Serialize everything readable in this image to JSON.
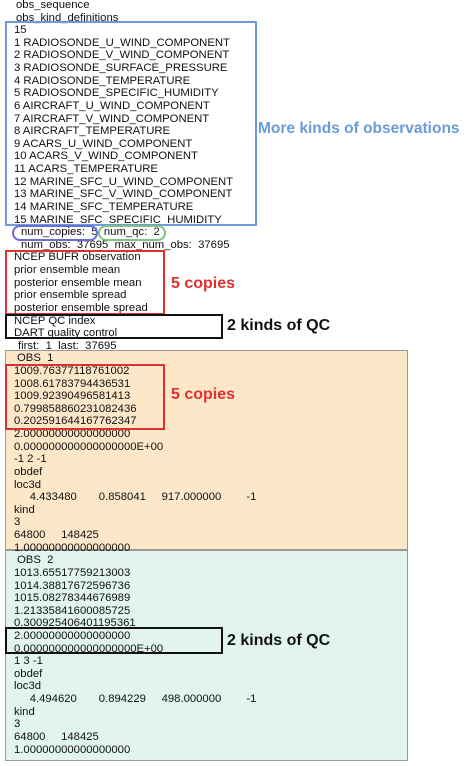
{
  "text_lines": [
    "obs_sequence",
    "obs_kind_definitions",
    "15",
    "1 RADIOSONDE_U_WIND_COMPONENT",
    "2 RADIOSONDE_V_WIND_COMPONENT",
    "3 RADIOSONDE_SURFACE_PRESSURE",
    "4 RADIOSONDE_TEMPERATURE",
    "5 RADIOSONDE_SPECIFIC_HUMIDITY",
    "6 AIRCRAFT_U_WIND_COMPONENT",
    "7 AIRCRAFT_V_WIND_COMPONENT",
    "8 AIRCRAFT_TEMPERATURE",
    "9 ACARS_U_WIND_COMPONENT",
    "10 ACARS_V_WIND_COMPONENT",
    "11 ACARS_TEMPERATURE",
    "12 MARINE_SFC_U_WIND_COMPONENT",
    "13 MARINE_SFC_V_WIND_COMPONENT",
    "14 MARINE_SFC_TEMPERATURE",
    "15 MARINE_SFC_SPECIFIC_HUMIDITY",
    "num_copies:  5  num_qc:  2",
    "num_obs:  37695  max_num_obs:  37695",
    "NCEP BUFR observation",
    "prior ensemble mean",
    "posterior ensemble mean",
    "prior ensemble spread",
    "posterior ensemble spread",
    "NCEP QC index",
    "DART quality control",
    "first:  1  last:  37695",
    "OBS  1",
    "1009.76377118761002",
    "1008.61783794436531",
    "1009.92390496581413",
    "0.799858860231082436",
    "0.202591644167762347",
    "2.00000000000000000",
    "0.000000000000000000E+00",
    "-1 2 -1",
    "obdef",
    "loc3d",
    "     4.433480       0.858041     917.000000        -1",
    "kind",
    "3",
    "64800     148425",
    "1.00000000000000000",
    "OBS  2",
    "1013.65517759213003",
    "1014.38817672596736",
    "1015.08278344676989",
    "1.21335841600085725",
    "0.300925406401195361",
    "2.00000000000000000",
    "0.000000000000000000E+00",
    "1 3 -1",
    "obdef",
    "loc3d",
    "     4.494620       0.894229     498.000000        -1",
    "kind",
    "3",
    "64800     148425",
    "1.00000000000000000"
  ],
  "annotations": {
    "more_kinds": "More kinds of observations",
    "copies_1": "5 copies",
    "qc_1": "2 kinds of QC",
    "copies_2": "5 copies",
    "qc_2": "2 kinds of QC"
  },
  "colors": {
    "blue": "#6b9bd8",
    "red": "#e03030",
    "purple": "#6b6bd8",
    "green": "#7cc47c",
    "obs1_bg": "#fde7c9",
    "obs2_bg": "#e1f4ee"
  }
}
